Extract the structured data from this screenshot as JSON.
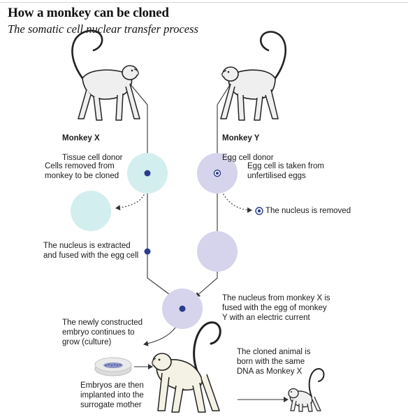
{
  "header": {
    "title": "How a monkey can be cloned",
    "subtitle": "The somatic cell nuclear transfer process"
  },
  "donors": {
    "monkey_x": {
      "name": "Monkey X",
      "role": "Tissue cell donor"
    },
    "monkey_y": {
      "name": "Monkey Y",
      "role": "Egg cell donor"
    }
  },
  "steps": {
    "cells_removed": "Cells removed from\nmonkey to be cloned",
    "egg_taken": "Egg cell is taken from\nunfertilised eggs",
    "nucleus_removed": "The nucleus is removed",
    "nucleus_extracted": "The nucleus is extracted\nand fused with the egg cell",
    "nucleus_fused": "The nucleus from monkey X is\nfused with the egg of monkey\nY with an electric current",
    "embryo_grows": "The newly constructed\nembryo continues to\ngrow (culture)",
    "embryos_implanted": "Embryos are then\nimplanted into the\nsurrogate mother",
    "clone_born": "The cloned animal is\nborn with the same\nDNA as Monkey X"
  },
  "colors": {
    "tissue_cell": "#d3eeee",
    "egg_cell": "#d5d4ec",
    "nucleus": "#2a3c8c",
    "line": "#333333",
    "monkey_fill": "#efefef",
    "surrogate_fill": "#f4f2e4",
    "dish": "#d9d9d9"
  },
  "icons": [
    "monkey-x-icon",
    "monkey-y-icon",
    "surrogate-monkey-icon",
    "baby-monkey-icon",
    "petri-dish-icon",
    "nucleus-icon"
  ]
}
